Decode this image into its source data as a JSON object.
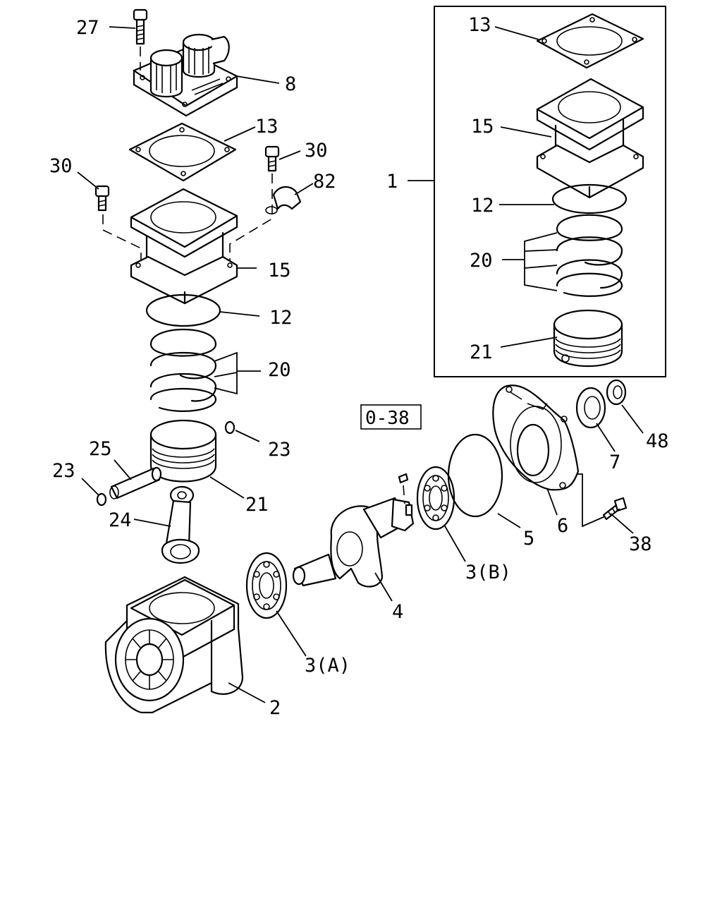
{
  "reference_box": {
    "label": "0-38"
  },
  "callouts": {
    "c27": "27",
    "c8": "8",
    "c13": "13",
    "c30a": "30",
    "c30b": "30",
    "c82": "82",
    "c15": "15",
    "c12": "12",
    "c20": "20",
    "c23a": "23",
    "c23b": "23",
    "c25": "25",
    "c21": "21",
    "c24": "24",
    "c2": "2",
    "c3a": "3(A)",
    "c4": "4",
    "c3b": "3(B)",
    "c5": "5",
    "c6": "6",
    "c7": "7",
    "c48": "48",
    "c38": "38",
    "c1": "1",
    "k13": "13",
    "k15": "15",
    "k12": "12",
    "k20": "20",
    "k21": "21"
  }
}
